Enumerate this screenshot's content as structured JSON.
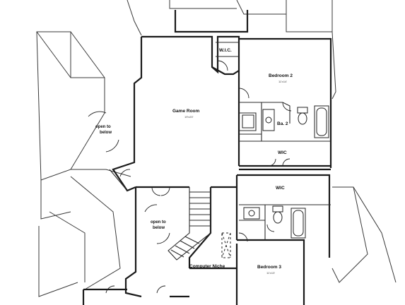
{
  "rooms": {
    "wic_top": "W.I.C.",
    "bedroom2": "Bedroom 2",
    "bedroom2_sub": "11'x14'",
    "game_room": "Game Room",
    "game_room_sub": "19'x20'",
    "bath2": "Ba. 2",
    "wic_mid": "WIC",
    "wic_lower": "WIC",
    "open_below_left_1": "open to",
    "open_below_left_2": "below",
    "open_below_center_1": "open to",
    "open_below_center_2": "below",
    "computer_niche": "Computer Niche",
    "bedroom3": "Bedroom 3",
    "bedroom3_sub": "11'x13'"
  }
}
